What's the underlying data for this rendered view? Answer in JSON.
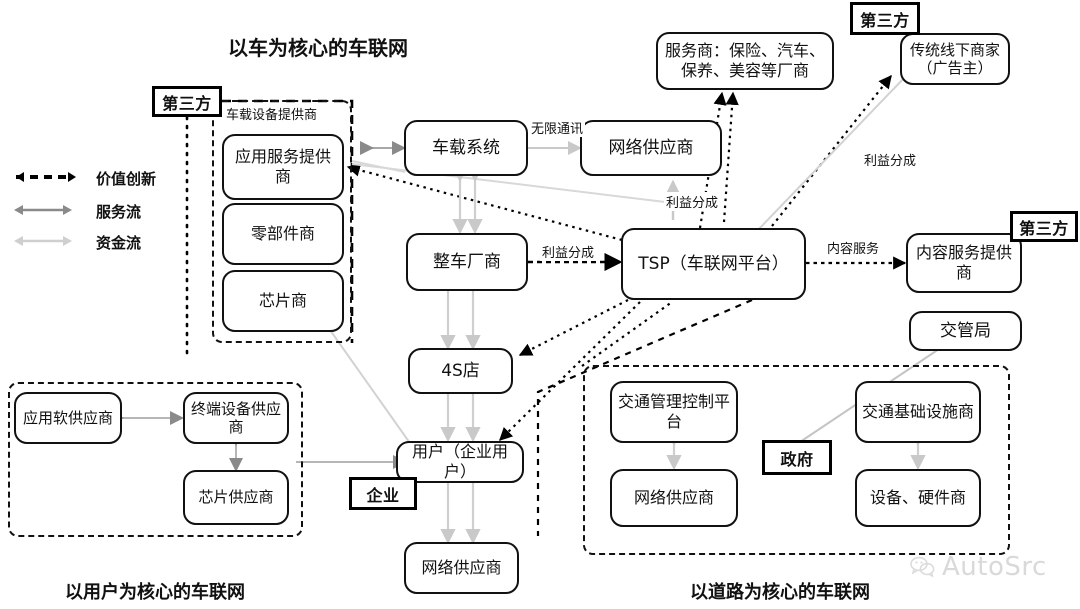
{
  "legend": {
    "items": [
      {
        "label": "价值创新",
        "style": "dashed-black",
        "color": "#000000"
      },
      {
        "label": "服务流",
        "style": "solid-gray",
        "color": "#7f7f7f"
      },
      {
        "label": "资金流",
        "style": "solid-lightgray",
        "color": "#c9c9c9"
      }
    ]
  },
  "section_titles": {
    "car": "以车为核心的车联网",
    "user": "以用户为核心的车联网",
    "road": "以道路为核心的车联网"
  },
  "badges": [
    {
      "id": "third-party-left",
      "label": "第三方"
    },
    {
      "id": "third-party-top-right",
      "label": "第三方"
    },
    {
      "id": "third-party-right",
      "label": "第三方"
    },
    {
      "id": "enterprise",
      "label": "企业"
    },
    {
      "id": "government",
      "label": "政府"
    }
  ],
  "group_labels": {
    "vehicle_equipment": "车载设备提供商"
  },
  "nodes": [
    {
      "id": "app-service-provider",
      "label": "应用服务提供商"
    },
    {
      "id": "parts-supplier",
      "label": "零部件商"
    },
    {
      "id": "chip-maker",
      "label": "芯片商"
    },
    {
      "id": "vehicle-system",
      "label": "车载系统"
    },
    {
      "id": "network-provider-top",
      "label": "网络供应商"
    },
    {
      "id": "service-providers",
      "label": "服务商：保险、汽车、保养、美容等厂商"
    },
    {
      "id": "offline-merchants",
      "label": "传统线下商家（广告主）"
    },
    {
      "id": "vehicle-manufacturer",
      "label": "整车厂商"
    },
    {
      "id": "tsp",
      "label": "TSP（车联网平台）"
    },
    {
      "id": "content-service-provider",
      "label": "内容服务提供商"
    },
    {
      "id": "traffic-bureau",
      "label": "交管局"
    },
    {
      "id": "dealer-4s",
      "label": "4S店"
    },
    {
      "id": "user",
      "label": "用户（企业用户）"
    },
    {
      "id": "network-provider-bottom",
      "label": "网络供应商"
    },
    {
      "id": "app-software-supplier",
      "label": "应用软供应商"
    },
    {
      "id": "terminal-device-supplier",
      "label": "终端设备供应商"
    },
    {
      "id": "chip-supplier",
      "label": "芯片供应商"
    },
    {
      "id": "traffic-control-platform",
      "label": "交通管理控制平台"
    },
    {
      "id": "network-provider-road",
      "label": "网络供应商"
    },
    {
      "id": "traffic-infrastructure",
      "label": "交通基础设施商"
    },
    {
      "id": "equipment-hardware",
      "label": "设备、硬件商"
    }
  ],
  "edge_labels": [
    {
      "id": "wireless-comm",
      "label": "无限通讯"
    },
    {
      "id": "profit-share-network",
      "label": "利益分成"
    },
    {
      "id": "profit-share-manufacturer",
      "label": "利益分成"
    },
    {
      "id": "profit-share-merchants",
      "label": "利益分成"
    },
    {
      "id": "content-service",
      "label": "内容服务"
    }
  ],
  "watermark": {
    "text": "AutoSrc",
    "icon": "wechat-icon"
  },
  "colors": {
    "ink": "#111111",
    "service_flow": "#7f7f7f",
    "capital_flow": "#c9c9c9",
    "value_innovation": "#000000",
    "watermark": "#d9d9d9"
  }
}
